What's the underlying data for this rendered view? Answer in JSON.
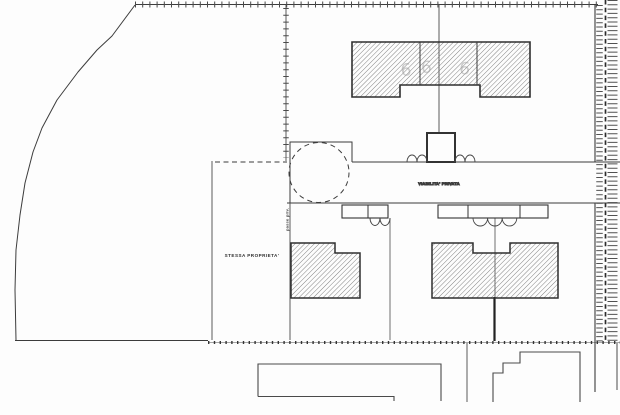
{
  "plan": {
    "road_label": "VIABILITA' PRIVATA",
    "same_property_label": "STESSA PROPRIETA'",
    "passage_label": "passo priv.",
    "faint_marks": [
      "6",
      "6",
      "6"
    ]
  },
  "colors": {
    "paper": "#fdfdfd",
    "ink": "#3c3c3c",
    "building_outline": "#2f2f2f",
    "hatch_line": "#767676",
    "faint_mark": "#9b9b9b"
  }
}
